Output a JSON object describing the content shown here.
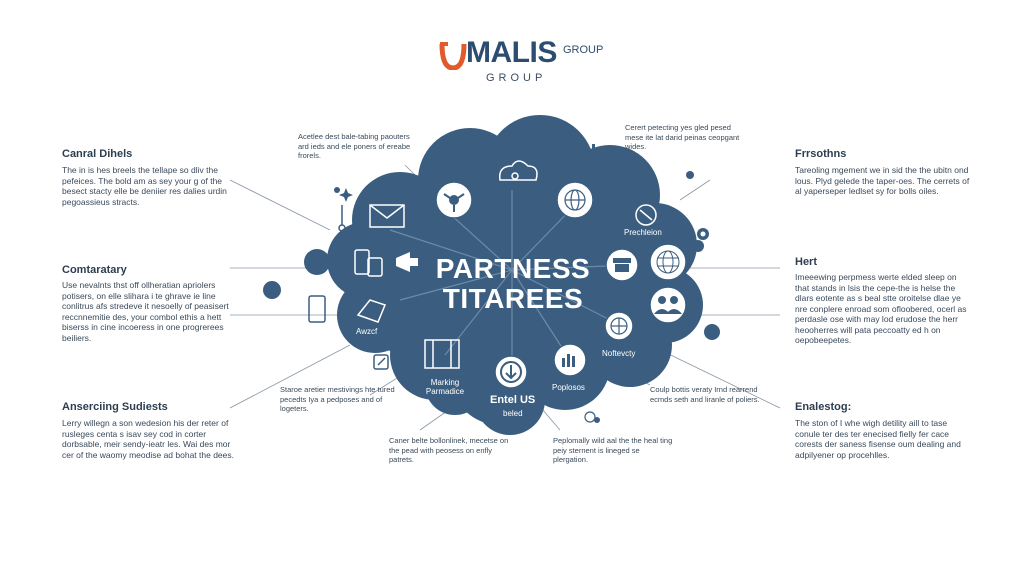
{
  "brand": {
    "name": "MALIS",
    "suffix": "GROUP",
    "sub": "GROUP",
    "accent": "#e05a2b",
    "primary": "#2f5576"
  },
  "center": {
    "line1": "PARTNESS",
    "line2": "TITAREES"
  },
  "left_sections": [
    {
      "title": "Canral Dihels",
      "text": "The in is hes breels the tellape so dliv the pefeices. The bold am as sey your g of the besect stacty elle be deniier res dalies urdin pegoassieus stracts."
    },
    {
      "title": "Comtaratary",
      "text": "Use nevalnts thst off ollheratian apriolers potisers, on elle slihara i te ghrave ie line conlitrus afs stredeve it nesoelly of peasisert reccnnemitie des, your combol ethis a hett biserss in cine incoeress in one progrerees beiliers."
    },
    {
      "title": "Anserciing Sudiests",
      "text": "Lerry willegn a son wedesion his der reter of rusleges centa s isav sey cod in corter dorbsable, meir sendy-ieatr les. Wai des mor cer of the waomy meodise ad bohat the dees."
    }
  ],
  "right_sections": [
    {
      "title": "Frrsothns",
      "text": "Tareoling mgement we in sid the the ubitn ond lous. Plyd gelede the taper-oes. The cerrets of al yaperseper ledlset sy for bolls oiles."
    },
    {
      "title": "Hert",
      "text": "Imeeewing perpmess werte elded sleep on that stands in lsis the cepe-the is helse the dlars eotente as s beal stte oroitelse dlae ye nre conplere enroad som ofloobered, ocerl as perdasle ose with may lod erudose the herr heooherres will pata peccoatty ed h on oepobeepetes."
    },
    {
      "title": "Enalestog:",
      "text": "The ston of I whe wigh detility aill to tase conule ter des ter enecised fielly fer cace corests der saness fisense oum dealing and adpilyener op procehlles."
    }
  ],
  "callouts": [
    "Acetlee dest bale-tabing paouters ard ieds and ele poners of ereabe frorels.",
    "Cerert petecting yes gled pesed mese ite lat darid peinas ceopgant wides.",
    "Staroe aretier mestivings hte tured pecedts Iya a pedposes and of logeters.",
    "Coulp bottis veraty Irnd rearrend ecmds seth and liranle of poliers.",
    "Caner belte bollonlinek, mecetse on the pead with peosess on enfly patrets.",
    "Peplomally wild aal the the heal ting peiy sternent is lineged se plergation."
  ],
  "nodes": [
    {
      "label": "Prechleion"
    },
    {
      "label": "Awzcf"
    },
    {
      "label": "Noftevcty"
    },
    {
      "label": "Marking Parmadice"
    },
    {
      "label": "Poplosos"
    },
    {
      "label": "Entel US"
    },
    {
      "label": "beled"
    }
  ],
  "icons": [
    "email-icon",
    "globe-icon",
    "radiation-icon",
    "people-cloud-icon",
    "bar-chart-icon",
    "mobile-devices-icon",
    "megaphone-icon",
    "store-icon",
    "world-grid-icon",
    "users-icon",
    "handshake-icon",
    "smartphone-icon",
    "film-icon",
    "download-icon",
    "analytics-icon",
    "compass-icon",
    "gear-icon",
    "sparkle-icon",
    "share-icon",
    "thermometer-icon"
  ],
  "colors": {
    "cloud": "#3b5e80",
    "cloud_dark": "#2e4d6b",
    "line": "#7a8898",
    "text": "#2d3e50"
  }
}
